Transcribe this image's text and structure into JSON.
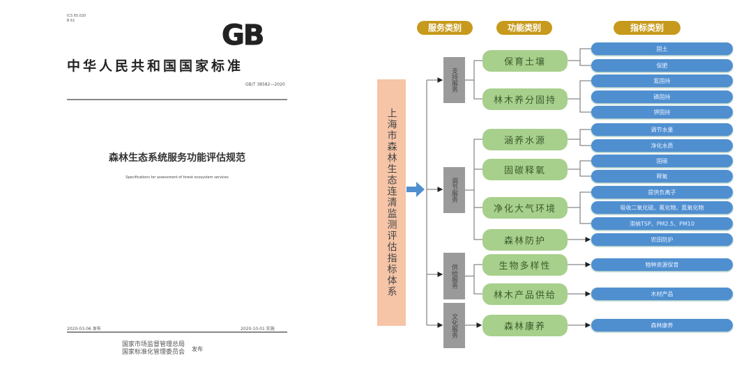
{
  "document": {
    "ics": "ICS 65.020",
    "ccs": "B 61",
    "logo": "GB",
    "national_standard": "中华人民共和国国家标准",
    "code": "GB/T 38582—2020",
    "title": "森林生态系统服务功能评估规范",
    "subtitle": "Specifications for assessment of forest ecosystem services",
    "issue_date": "2020-03-06 发布",
    "impl_date": "2020-10-01 实施",
    "issuer1": "国家市场监督管理总局",
    "issuer2": "国家标准化管理委员会",
    "issued": "发布"
  },
  "diagram": {
    "headers": [
      "服务类别",
      "功能类别",
      "指标类别"
    ],
    "root": "上海市森林生态连清监测评估指标体系",
    "services": [
      "支持服务",
      "调节服务",
      "供给服务",
      "文化服务"
    ],
    "functions": [
      {
        "label": "保育土壤",
        "service": 0,
        "indicators": [
          "固土",
          "保肥"
        ]
      },
      {
        "label": "林木养分固持",
        "service": 0,
        "indicators": [
          "氮固持",
          "磷固持",
          "钾固持"
        ]
      },
      {
        "label": "涵养水源",
        "service": 1,
        "indicators": [
          "调节水量",
          "净化水质"
        ]
      },
      {
        "label": "固碳释氧",
        "service": 1,
        "indicators": [
          "固碳",
          "释氧"
        ]
      },
      {
        "label": "净化大气环境",
        "service": 1,
        "indicators": [
          "提供负离子",
          "吸收二氧化硫、氟化物、氮氧化物",
          "滞纳TSP、PM2.5、PM10"
        ]
      },
      {
        "label": "森林防护",
        "service": 1,
        "indicators": [
          "农田防护"
        ]
      },
      {
        "label": "生物多样性",
        "service": 2,
        "indicators": [
          "物种资源保育"
        ]
      },
      {
        "label": "林木产品供给",
        "service": 2,
        "indicators": [
          "木材产品"
        ]
      },
      {
        "label": "森林康养",
        "service": 3,
        "indicators": [
          "森林康养"
        ]
      }
    ],
    "colors": {
      "header": "#c79a1d",
      "root": "#f6c4a6",
      "service": "#9a9a9a",
      "function": "#a8d08d",
      "indicator": "#4f8fd0"
    }
  }
}
